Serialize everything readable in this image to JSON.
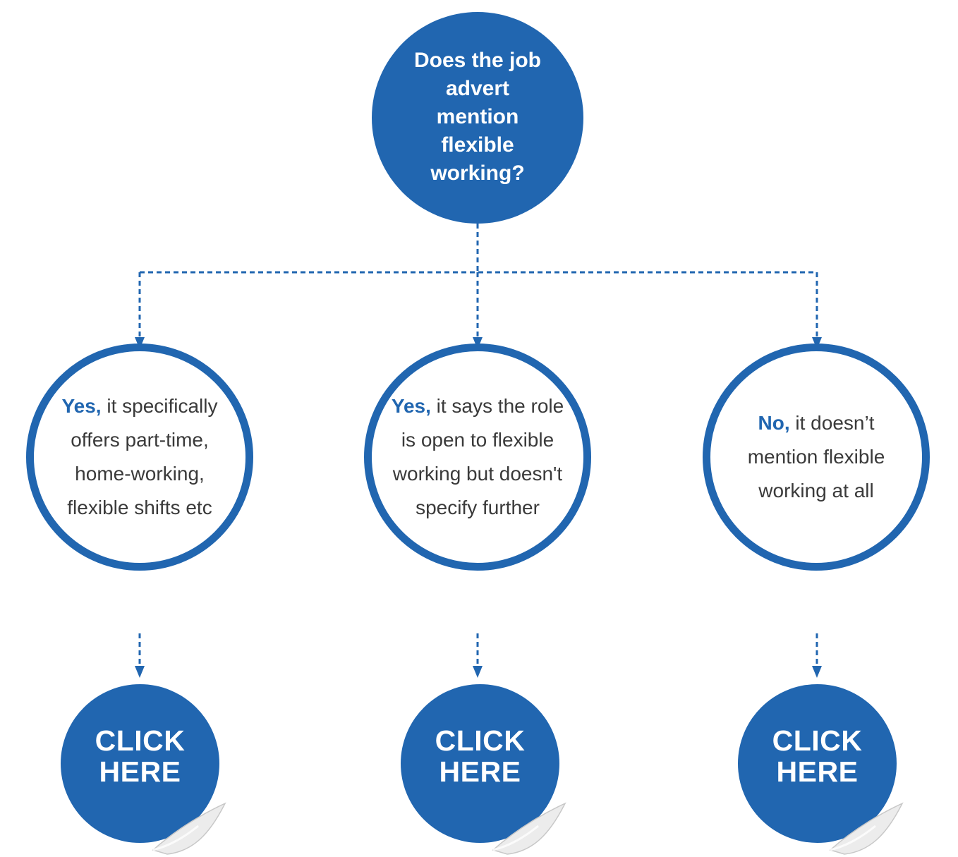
{
  "question": "Does the job advert mention flexible working?",
  "options": [
    {
      "lead": "Yes,",
      "text": " it specifically offers part-time, home-working, flexible shifts etc",
      "button_label": "CLICK HERE"
    },
    {
      "lead": "Yes,",
      "text": " it says the role is open to flexible working but doesn't specify further",
      "button_label": "CLICK HERE"
    },
    {
      "lead": "No,",
      "text": " it doesn’t mention flexible working at all",
      "button_label": "CLICK HERE"
    }
  ],
  "colors": {
    "accent": "#2166b0",
    "body_text": "#3a3a3a",
    "background": "#ffffff"
  }
}
